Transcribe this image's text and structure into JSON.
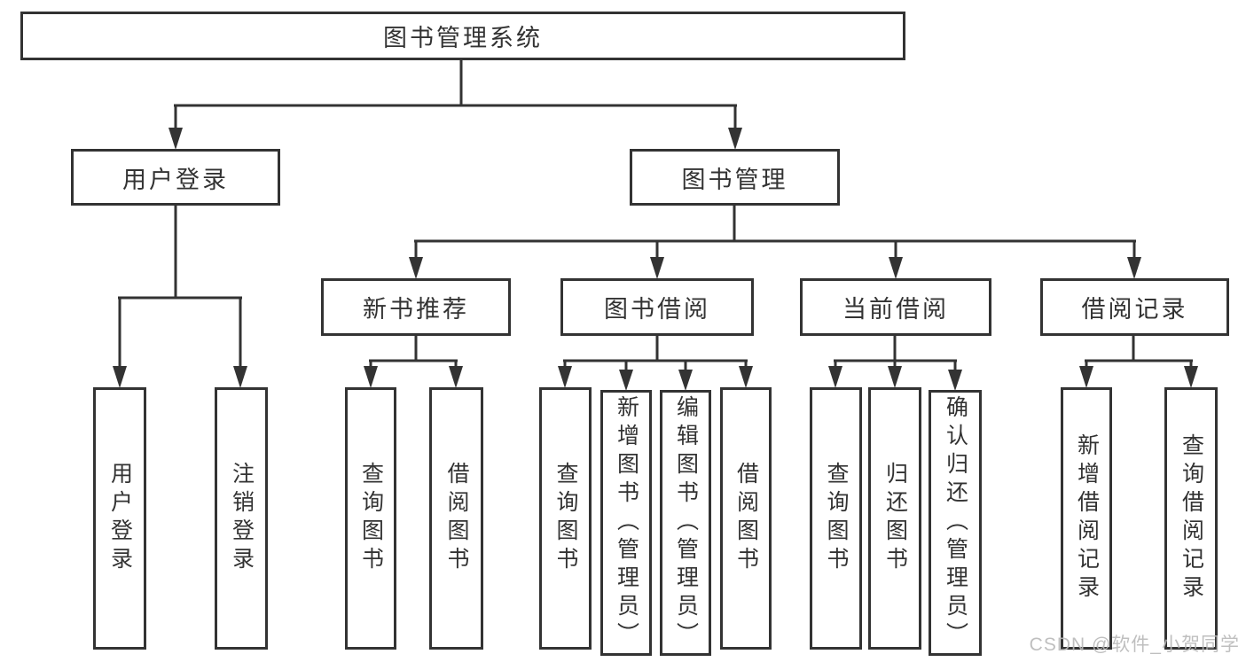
{
  "diagram": {
    "root": {
      "label": "图书管理系统"
    },
    "level2": [
      {
        "label": "用户登录",
        "children": [
          {
            "label": "用户登录"
          },
          {
            "label": "注销登录"
          }
        ]
      },
      {
        "label": "图书管理",
        "children": [
          {
            "label": "新书推荐",
            "children": [
              {
                "label": "查询图书"
              },
              {
                "label": "借阅图书"
              }
            ]
          },
          {
            "label": "图书借阅",
            "children": [
              {
                "label": "查询图书"
              },
              {
                "label": "新增图书（管理员）"
              },
              {
                "label": "编辑图书（管理员）"
              },
              {
                "label": "借阅图书"
              }
            ]
          },
          {
            "label": "当前借阅",
            "children": [
              {
                "label": "查询图书"
              },
              {
                "label": "归还图书"
              },
              {
                "label": "确认归还（管理员）"
              }
            ]
          },
          {
            "label": "借阅记录",
            "children": [
              {
                "label": "新增借阅记录"
              },
              {
                "label": "查询借阅记录"
              }
            ]
          }
        ]
      }
    ]
  },
  "watermark": {
    "text": "CSDN @软件_小贺同学"
  },
  "colors": {
    "line": "#333333",
    "text": "#333333",
    "watermark": "#b8b8b8",
    "background": "#ffffff"
  }
}
